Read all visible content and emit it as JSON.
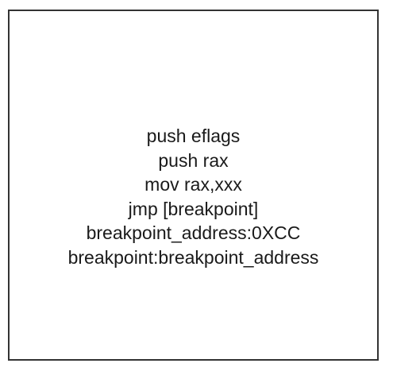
{
  "lines": [
    "push eflags",
    "push rax",
    "mov rax,xxx",
    "jmp [breakpoint]",
    "breakpoint_address:0XCC",
    "breakpoint:breakpoint_address"
  ],
  "colors": {
    "border": "#333333",
    "text": "#1a1a1a",
    "background": "#ffffff"
  }
}
